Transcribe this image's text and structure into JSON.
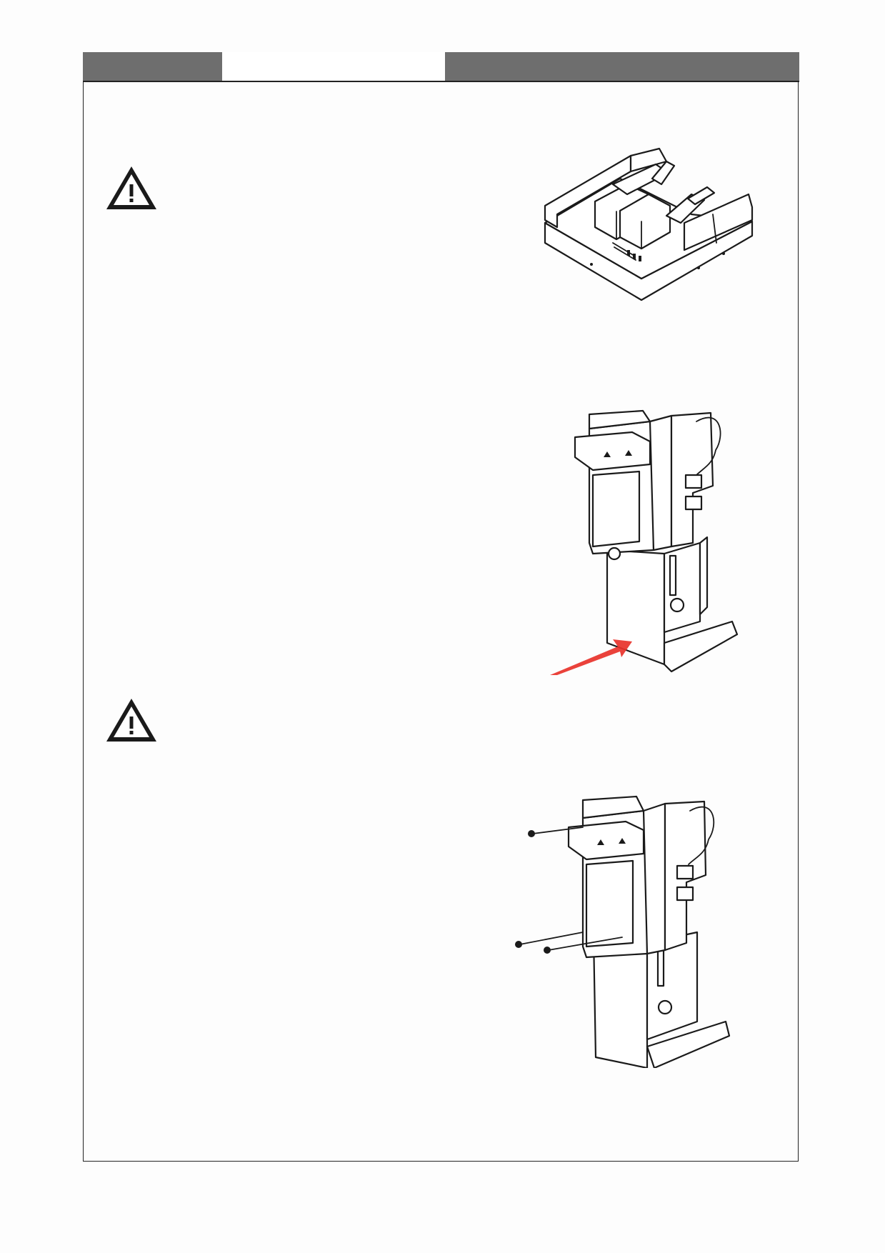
{
  "header": {
    "bar_color": "#6e6e6e",
    "left_tab_label": "",
    "center_tab_label": "",
    "right_tab_label": ""
  },
  "icons": {
    "warning_1": "warning-triangle-icon",
    "warning_2": "warning-triangle-icon"
  },
  "figures": {
    "fig1": "mounting-frame-illustration",
    "fig2": "bill-validator-slide-in-illustration",
    "fig3": "bill-validator-screws-illustration",
    "arrow_color": "#e8322a"
  }
}
